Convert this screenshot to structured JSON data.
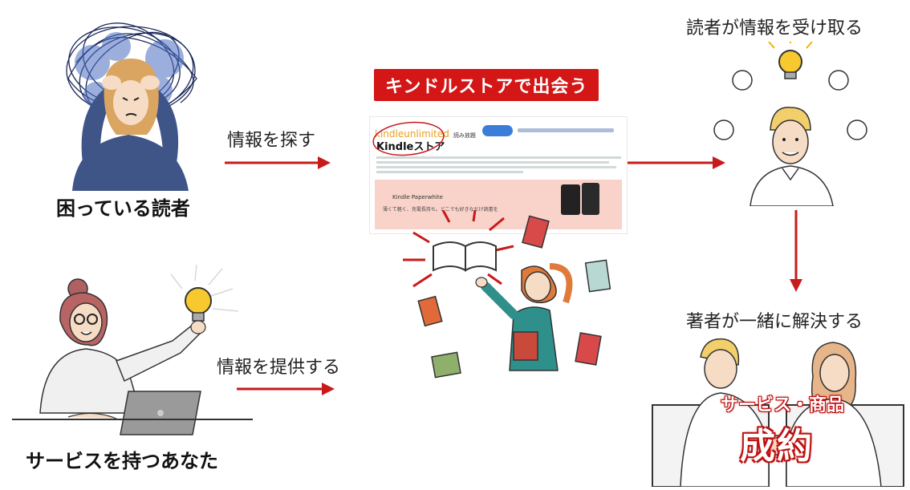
{
  "left": {
    "reader_caption": "困っている読者",
    "you_caption": "サービスを持つあなた"
  },
  "flows": {
    "search_label": "情報を探す",
    "provide_label": "情報を提供する"
  },
  "center": {
    "banner": "キンドルストアで出会う",
    "kindle_unlimited_logo": "kindleunlimited",
    "kindle_unlimited_suffix": "読み放題",
    "store_title": "Kindleストア",
    "paperwhite_title": "Kindle Paperwhite",
    "paperwhite_tagline": "薄くて軽く、充電長持ち。どこでも好きなだけ読書を"
  },
  "right": {
    "receive_label": "読者が情報を受け取る",
    "solve_label": "著者が一緒に解決する",
    "deal_small": "サービス・商品",
    "deal_big": "成約"
  },
  "colors": {
    "accent_red": "#c81a1a",
    "banner_red": "#d41616"
  }
}
